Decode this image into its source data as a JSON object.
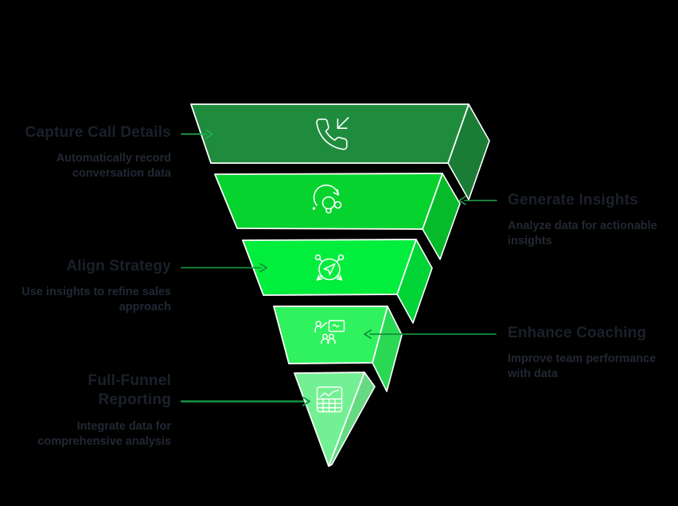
{
  "background_color": "#000000",
  "diagram_type": "funnel-infographic",
  "funnel": {
    "outline_color": "#ffffff",
    "icon_color": "#ffffff",
    "levels": [
      {
        "title": "Capture Call Details",
        "description": "Automatically record conversation data",
        "side": "left",
        "color": "#1f8c3d",
        "side_color": "#1b7c35",
        "arrow_color": "#1fae52",
        "icon": "phone-incoming-icon"
      },
      {
        "title": "Generate Insights",
        "description": "Analyze data for actionable insights",
        "side": "right",
        "color": "#07d32f",
        "side_color": "#06ba29",
        "arrow_color": "#23a94e",
        "icon": "lightbulb-refresh-icon"
      },
      {
        "title": "Align Strategy",
        "description": "Use insights to refine sales approach",
        "side": "left",
        "color": "#01ee3c",
        "side_color": "#01d436",
        "arrow_color": "#17903c",
        "icon": "strategy-navigation-icon"
      },
      {
        "title": "Enhance Coaching",
        "description": "Improve team performance with data",
        "side": "right",
        "color": "#2ff25e",
        "side_color": "#2ad854",
        "arrow_color": "#149038",
        "icon": "team-coaching-icon"
      },
      {
        "title": "Full-Funnel Reporting",
        "description": "Integrate data for comprehensive analysis",
        "side": "left",
        "color": "#73f093",
        "side_color": "#65da83",
        "arrow_color": "#16a34a",
        "icon": "report-chart-icon"
      }
    ]
  }
}
